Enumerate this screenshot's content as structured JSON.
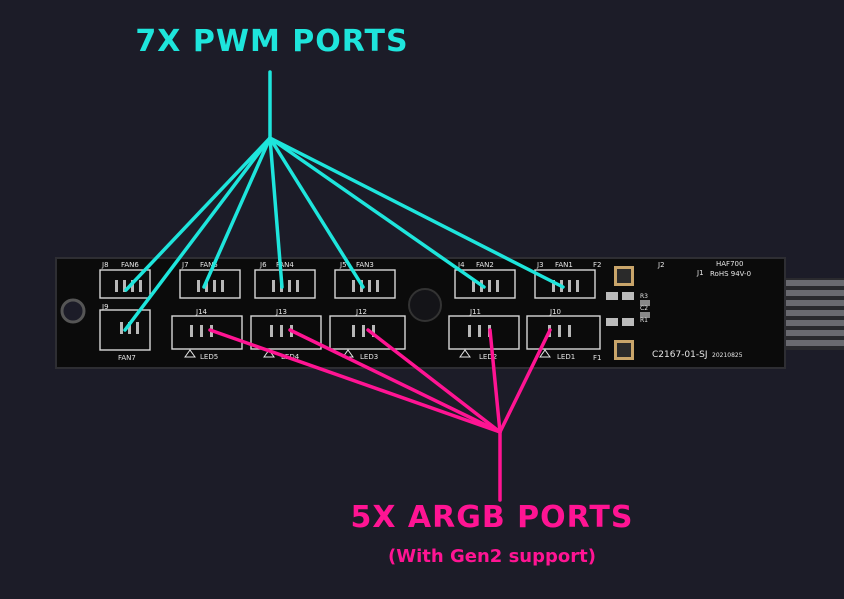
{
  "headlines": {
    "pwm": "7X PWM PORTS",
    "argb": "5X ARGB PORTS",
    "argb_sub": "(With Gen2 support)"
  },
  "colors": {
    "background": "#1c1c28",
    "pwm_accent": "#1ee5dc",
    "argb_accent": "#ff1493",
    "board": "#0b0b0b",
    "silkscreen": "#e6e6e6"
  },
  "board": {
    "fan_labels": [
      "FAN6",
      "FAN5",
      "FAN4",
      "FAN3",
      "FAN2",
      "FAN1",
      "FAN7"
    ],
    "j_labels": [
      "J8",
      "J7",
      "J6",
      "J5",
      "J4",
      "J3",
      "J9"
    ],
    "argb_labels": [
      "LED5",
      "LED4",
      "LED3",
      "LED2",
      "LED1"
    ],
    "argb_j_labels": [
      "J14",
      "J13",
      "J12",
      "J11",
      "J10"
    ],
    "misc_labels": [
      "F2",
      "J2",
      "J1",
      "HAF700",
      "RoHS 94V-0",
      "C2167-01-SJ",
      "20210825",
      "F1",
      "R3",
      "C2",
      "R1"
    ]
  }
}
